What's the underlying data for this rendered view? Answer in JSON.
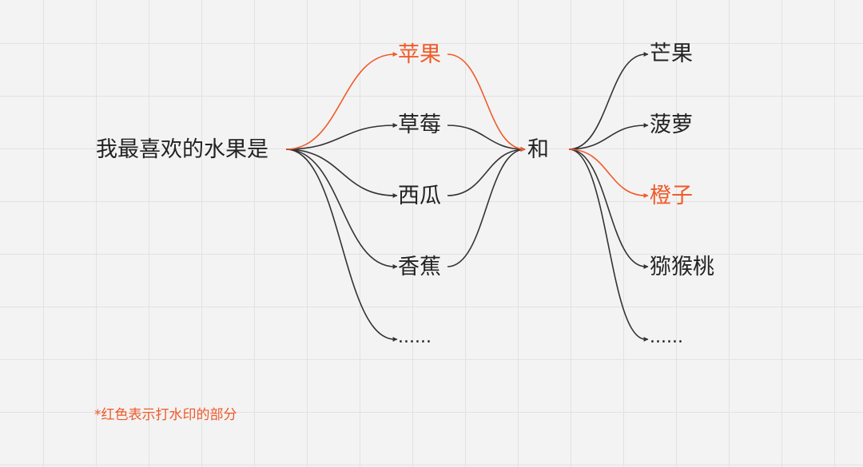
{
  "colors": {
    "normal": "#222222",
    "highlight": "#f05a2a",
    "edge": "#333333"
  },
  "nodes": {
    "root": {
      "label": "我最喜欢的水果是",
      "highlighted": false
    },
    "apple": {
      "label": "苹果",
      "highlighted": true
    },
    "strawberry": {
      "label": "草莓",
      "highlighted": false
    },
    "watermelon": {
      "label": "西瓜",
      "highlighted": false
    },
    "banana": {
      "label": "香蕉",
      "highlighted": false
    },
    "etc1": {
      "label": "......",
      "highlighted": false
    },
    "and": {
      "label": "和",
      "highlighted": false
    },
    "mango": {
      "label": "芒果",
      "highlighted": false
    },
    "pineapple": {
      "label": "菠萝",
      "highlighted": false
    },
    "orange": {
      "label": "橙子",
      "highlighted": true
    },
    "kiwi": {
      "label": "猕猴桃",
      "highlighted": false
    },
    "etc2": {
      "label": "......",
      "highlighted": false
    }
  },
  "edges": [
    {
      "from": "root",
      "to": "apple",
      "highlighted": true
    },
    {
      "from": "root",
      "to": "strawberry",
      "highlighted": false
    },
    {
      "from": "root",
      "to": "watermelon",
      "highlighted": false
    },
    {
      "from": "root",
      "to": "banana",
      "highlighted": false
    },
    {
      "from": "root",
      "to": "etc1",
      "highlighted": false
    },
    {
      "from": "apple",
      "to": "and",
      "highlighted": true
    },
    {
      "from": "strawberry",
      "to": "and",
      "highlighted": false
    },
    {
      "from": "watermelon",
      "to": "and",
      "highlighted": false
    },
    {
      "from": "banana",
      "to": "and",
      "highlighted": false
    },
    {
      "from": "and",
      "to": "mango",
      "highlighted": false
    },
    {
      "from": "and",
      "to": "pineapple",
      "highlighted": false
    },
    {
      "from": "and",
      "to": "orange",
      "highlighted": true
    },
    {
      "from": "and",
      "to": "kiwi",
      "highlighted": false
    },
    {
      "from": "and",
      "to": "etc2",
      "highlighted": false
    }
  ],
  "note": "*红色表示打水印的部分"
}
